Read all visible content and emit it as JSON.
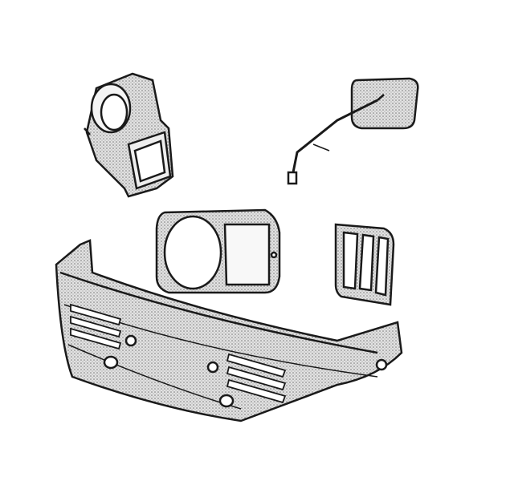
{
  "colors": {
    "background": "#ffffff",
    "ink": "#1a1a1a",
    "shade": "#b8b8b8",
    "light_shade": "#dcdcdc"
  },
  "parts": [
    {
      "id": "heater-housing",
      "icon": "heater-housing-drawing"
    },
    {
      "id": "side-mirror",
      "icon": "mirror-drawing"
    },
    {
      "id": "headlight-surround",
      "icon": "headlight-drawing"
    },
    {
      "id": "tail-light-lens",
      "icon": "tail-light-drawing"
    },
    {
      "id": "front-bumper",
      "icon": "bumper-drawing"
    }
  ]
}
